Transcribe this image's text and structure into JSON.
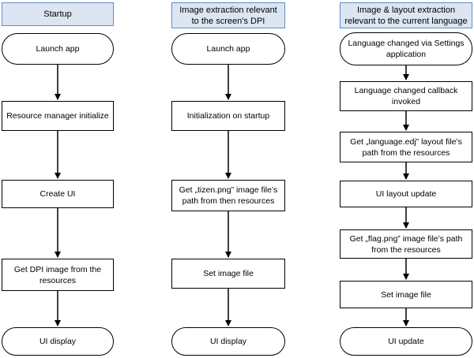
{
  "columns": [
    {
      "header": "Startup",
      "steps": [
        {
          "type": "terminal",
          "label": "Launch app"
        },
        {
          "type": "process",
          "label": "Resource manager initialize"
        },
        {
          "type": "process",
          "label": "Create UI"
        },
        {
          "type": "process",
          "label": "Get DPI image from the resources"
        },
        {
          "type": "terminal",
          "label": "UI display"
        }
      ]
    },
    {
      "header": "Image extraction relevant to the screen’s DPI",
      "steps": [
        {
          "type": "terminal",
          "label": "Launch app"
        },
        {
          "type": "process",
          "label": "Initialization on startup"
        },
        {
          "type": "process",
          "label": "Get „tizen.png” image file’s path from then resources"
        },
        {
          "type": "process",
          "label": "Set image file"
        },
        {
          "type": "terminal",
          "label": "UI display"
        }
      ]
    },
    {
      "header": "Image & layout extraction relevant to the current language",
      "steps": [
        {
          "type": "terminal",
          "label": "Language changed via Settings application"
        },
        {
          "type": "process",
          "label": "Language changed callback invoked"
        },
        {
          "type": "process",
          "label": "Get „language.edj” layout file’s path from the resources"
        },
        {
          "type": "process",
          "label": "UI layout update"
        },
        {
          "type": "process",
          "label": "Get „flag.png” image file’s path from the resources"
        },
        {
          "type": "process",
          "label": "Set image file"
        },
        {
          "type": "terminal",
          "label": "UI update"
        }
      ]
    }
  ]
}
